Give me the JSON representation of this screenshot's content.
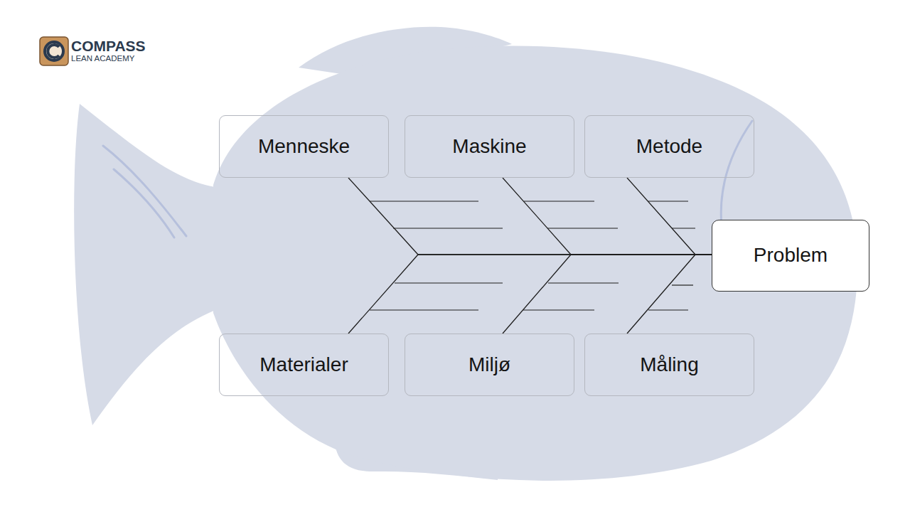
{
  "diagram": {
    "nodes": [
      {
        "text": [
          "Menneske"
        ]
      },
      {
        "text": [
          "Maskine"
        ]
      },
      {
        "text": [
          "Metode"
        ]
      },
      {
        "text": [
          "Problem"
        ]
      },
      {
        "text": [
          "Materialer"
        ]
      },
      {
        "text": [
          "Miljø"
        ]
      },
      {
        "text": [
          "Måling"
        ]
      }
    ],
    "edges": [
      {
        "from": 0,
        "to": 3,
        "arrow": "none"
      },
      {
        "from": 1,
        "to": 3,
        "arrow": "none"
      },
      {
        "from": 2,
        "to": 3,
        "arrow": "none"
      },
      {
        "from": 4,
        "to": 3,
        "arrow": "none"
      },
      {
        "from": 5,
        "to": 3,
        "arrow": "none"
      },
      {
        "from": 6,
        "to": 3,
        "arrow": "none"
      }
    ],
    "labels": [
      "COMPASS",
      "LEAN ACADEMY"
    ]
  }
}
